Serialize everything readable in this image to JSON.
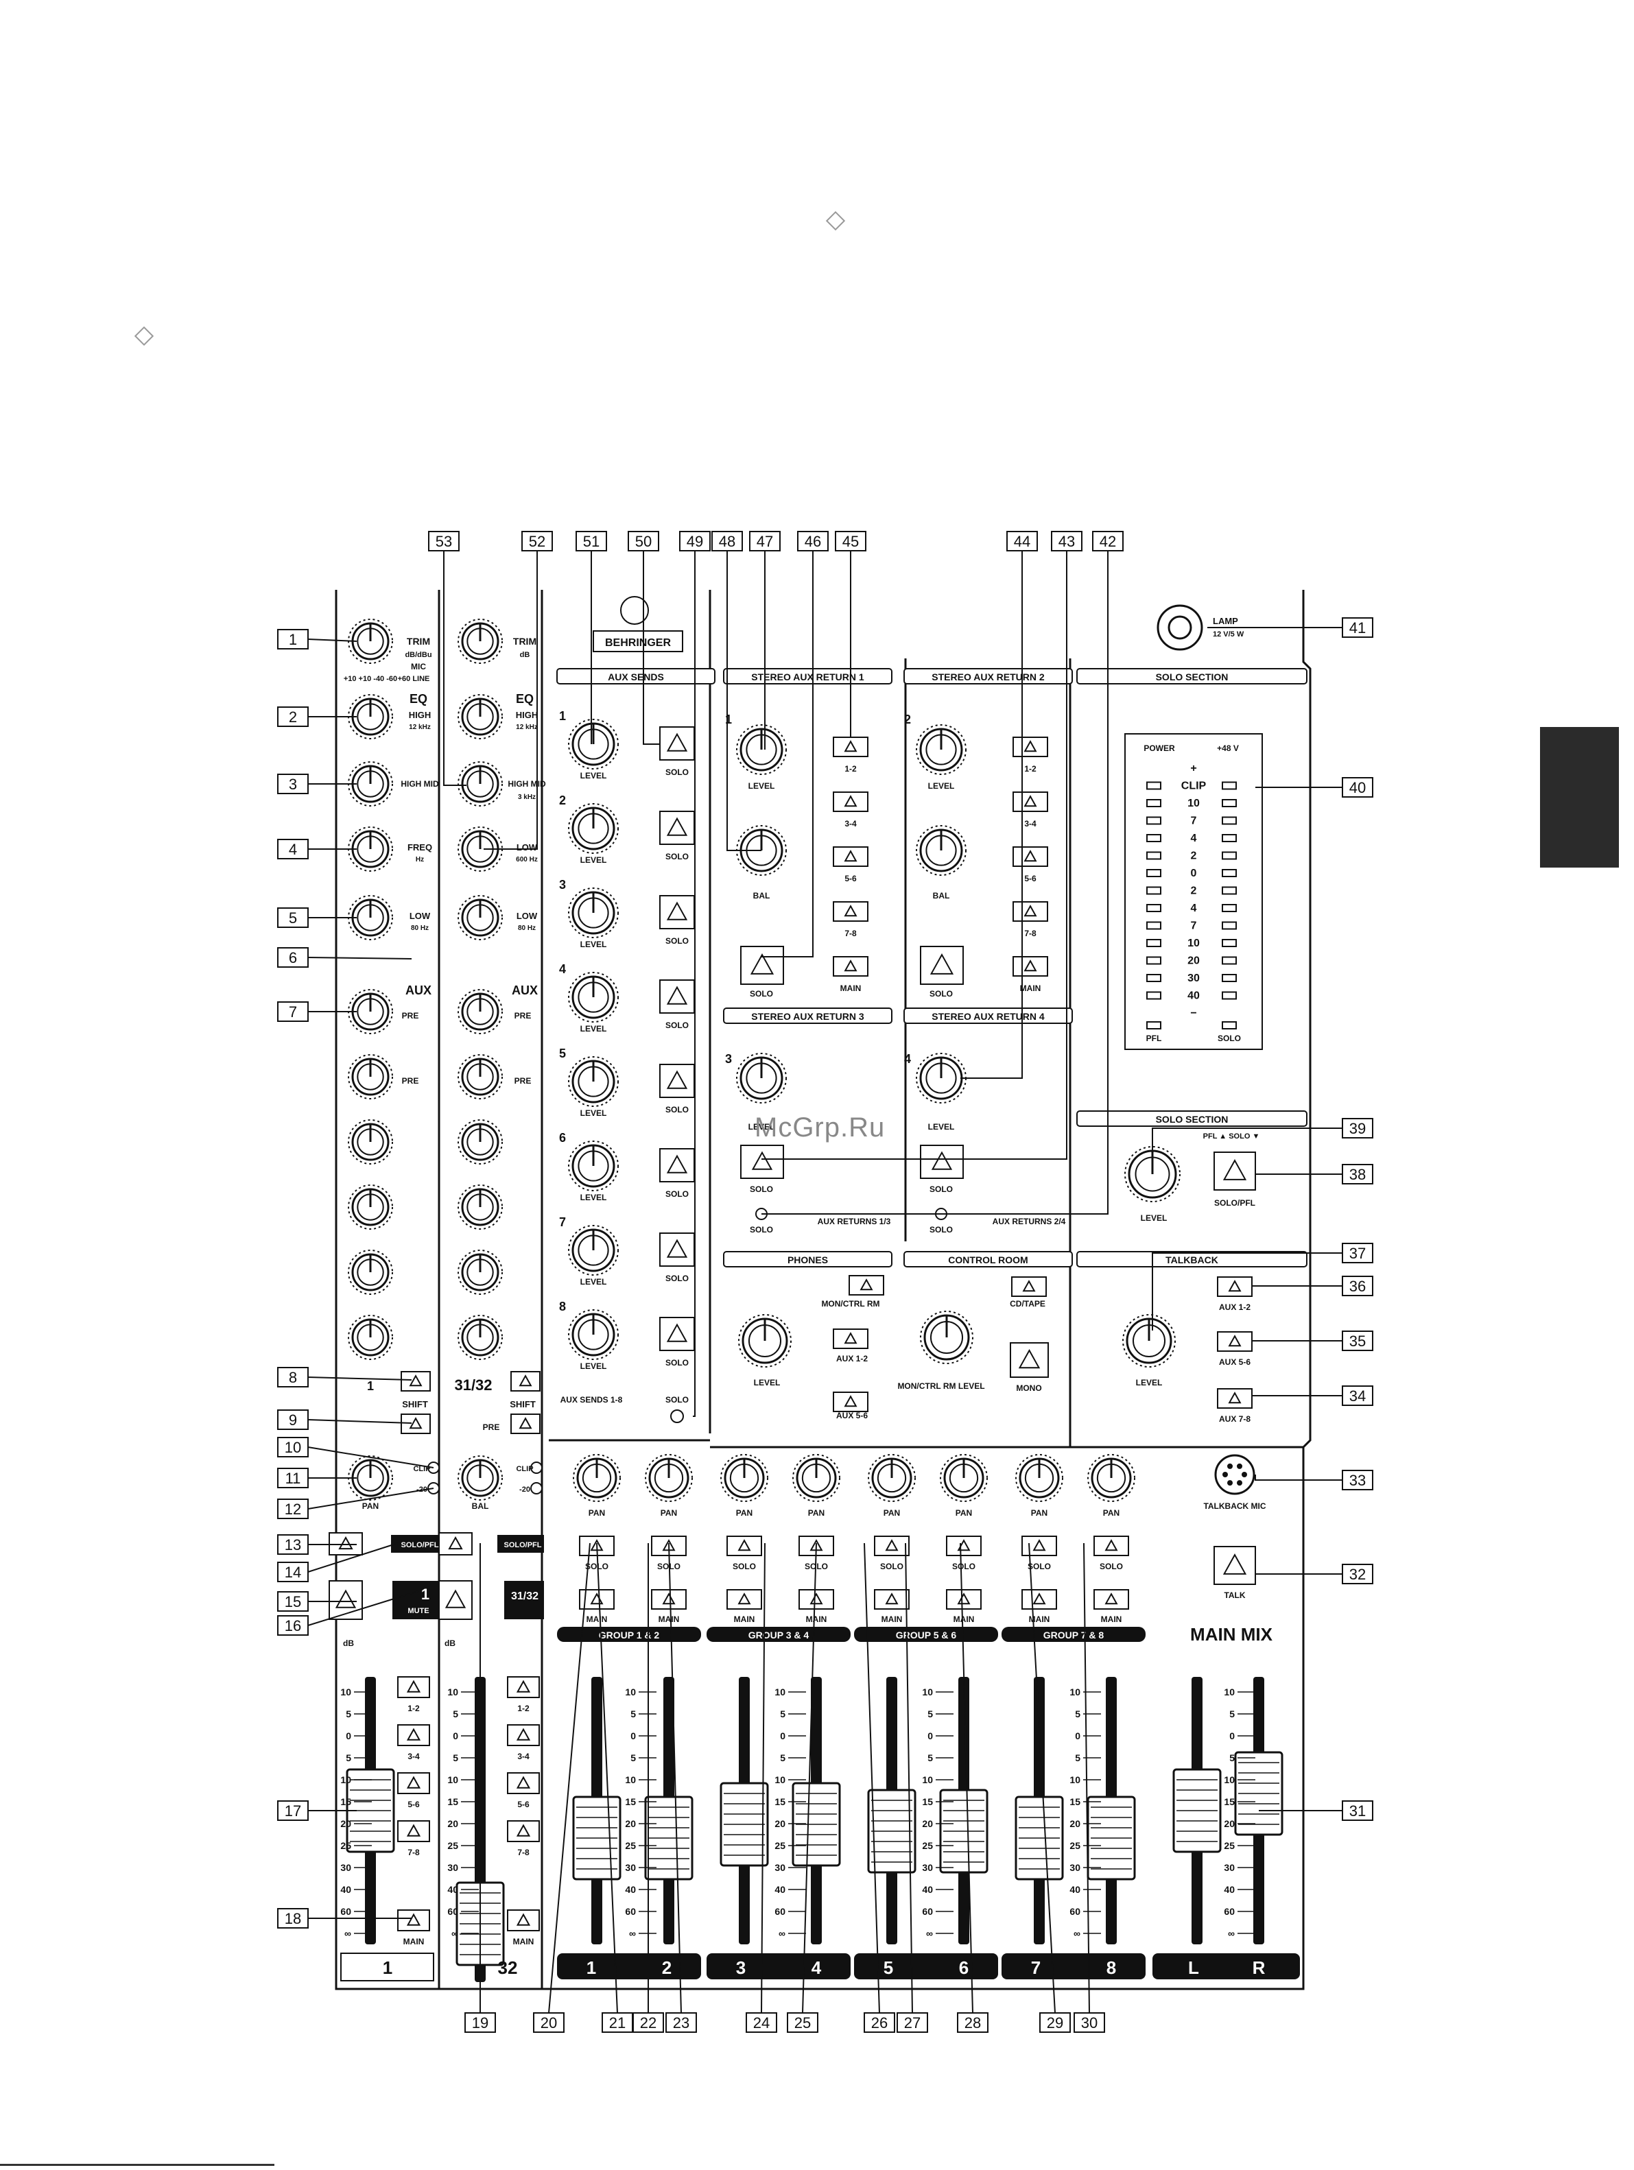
{
  "callouts": {
    "top": [
      "53",
      "52",
      "51",
      "50",
      "49",
      "48",
      "47",
      "46",
      "45",
      "44",
      "43",
      "42"
    ],
    "left": [
      "1",
      "2",
      "3",
      "4",
      "5",
      "6",
      "7",
      "8",
      "9",
      "10",
      "11",
      "12",
      "13",
      "14",
      "15",
      "16",
      "17",
      "18"
    ],
    "right": [
      "41",
      "40",
      "39",
      "38",
      "37",
      "36",
      "35",
      "34",
      "33",
      "32",
      "31"
    ],
    "bottom": [
      "19",
      "20",
      "21",
      "22",
      "23",
      "24",
      "25",
      "26",
      "27",
      "28",
      "29",
      "30"
    ]
  },
  "channel": {
    "trim": "TRIM",
    "trim_units": "dB/dBu",
    "mic": "MIC",
    "trim_scale": "+10 +10 -40 -60",
    "line": "+60 LINE",
    "eq": "EQ",
    "high": "HIGH",
    "high_freq": "12 kHz",
    "high_mid": "HIGH MID",
    "freq": "FREQ",
    "freq_unit": "Hz",
    "low": "LOW",
    "low_freq": "80 Hz",
    "aux": "AUX",
    "pre": "PRE",
    "shift": "SHIFT",
    "pan": "PAN",
    "clip": "CLIP",
    "minus20": "-20",
    "solo_pfl": "SOLO/PFL",
    "mute": "MUTE",
    "db": "dB",
    "bal": "BAL",
    "num_1": "1",
    "num_31_32": "31/32",
    "num_32": "32",
    "sub_1_2": "1-2",
    "sub_3_4": "3-4",
    "sub_5_6": "5-6",
    "sub_7_8": "7-8",
    "main": "MAIN",
    "stereo_high_mid": "3 kHz",
    "stereo_low": "600 Hz",
    "trim_db": "dB"
  },
  "aux_sends": {
    "title": "AUX SENDS",
    "level": "LEVEL",
    "solo": "SOLO",
    "footer": "AUX SENDS 1-8",
    "footer_solo": "SOLO",
    "numbers": [
      "1",
      "2",
      "3",
      "4",
      "5",
      "6",
      "7",
      "8"
    ]
  },
  "logo": "BEHRINGER",
  "returns": {
    "r1": "STEREO AUX RETURN 1",
    "r2": "STEREO AUX RETURN 2",
    "r3": "STEREO AUX RETURN 3",
    "r4": "STEREO AUX RETURN 4",
    "level": "LEVEL",
    "bal": "BAL",
    "solo": "SOLO",
    "main": "MAIN",
    "assign": [
      "1-2",
      "3-4",
      "5-6",
      "7-8"
    ],
    "footer_a": "AUX RETURNS 1/3",
    "footer_b": "AUX RETURNS 2/4"
  },
  "phones": {
    "title": "PHONES",
    "mon_ctrl_rm": "MON/CTRL RM",
    "aux_1_2": "AUX 1-2",
    "aux_5_6": "AUX 5-6",
    "level": "LEVEL"
  },
  "control_room": {
    "title": "CONTROL ROOM",
    "cd_tape": "CD/TAPE",
    "mono": "MONO",
    "level": "MON/CTRL RM LEVEL"
  },
  "talkback": {
    "title": "TALKBACK",
    "aux_1_2": "AUX 1-2",
    "aux_5_6": "AUX 5-6",
    "aux_7_8": "AUX 7-8",
    "level": "LEVEL",
    "mic": "TALKBACK MIC",
    "talk": "TALK"
  },
  "lamp": {
    "label": "LAMP",
    "spec": "12 V/5 W"
  },
  "meter": {
    "power": "POWER",
    "phantom": "+48 V",
    "scale": [
      "+",
      "CLIP",
      "10",
      "7",
      "4",
      "2",
      "0",
      "2",
      "4",
      "7",
      "10",
      "20",
      "30",
      "40",
      "−"
    ],
    "pfl": "PFL",
    "solo": "SOLO"
  },
  "solo_section": {
    "title": "SOLO SECTION",
    "level": "LEVEL",
    "mode": "PFL ▲ SOLO ▼",
    "button": "SOLO/PFL"
  },
  "groups": {
    "pan": "PAN",
    "solo": "SOLO",
    "main": "MAIN",
    "bars": [
      "GROUP 1 & 2",
      "GROUP 3 & 4",
      "GROUP 5 & 6",
      "GROUP 7 & 8"
    ],
    "numbers": [
      "1",
      "2",
      "3",
      "4",
      "5",
      "6",
      "7",
      "8"
    ]
  },
  "main_mix": {
    "title": "MAIN MIX",
    "left": "L",
    "right": "R"
  },
  "fader_scale": [
    "10",
    "5",
    "0",
    "5",
    "10",
    "15",
    "20",
    "25",
    "30",
    "40",
    "60",
    "∞"
  ],
  "watermark": "McGrp.Ru"
}
